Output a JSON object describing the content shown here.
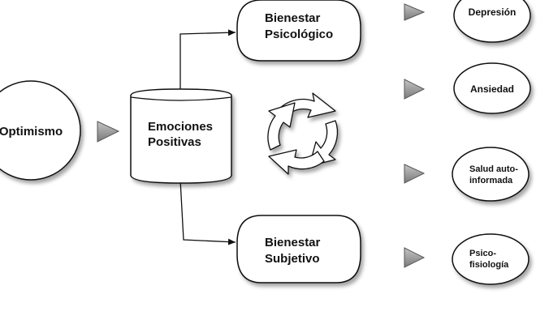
{
  "nodes": {
    "optimismo": "Optimismo",
    "emociones": [
      "Emociones",
      "Positivas"
    ],
    "bien_psico": [
      "Bienestar",
      "Psicológico"
    ],
    "bien_subj": [
      "Bienestar",
      "Subjetivo"
    ],
    "depresion": "Depresión",
    "ansiedad": "Ansiedad",
    "salud": [
      "Salud auto-",
      "informada"
    ],
    "psico": [
      "Psico-",
      "fisiología"
    ]
  },
  "cycle_icon": "refresh-cycle-icon",
  "colors": {
    "stroke": "#111111",
    "node_fill": "#ffffff",
    "pointer_fill": "#9a9a9a"
  }
}
